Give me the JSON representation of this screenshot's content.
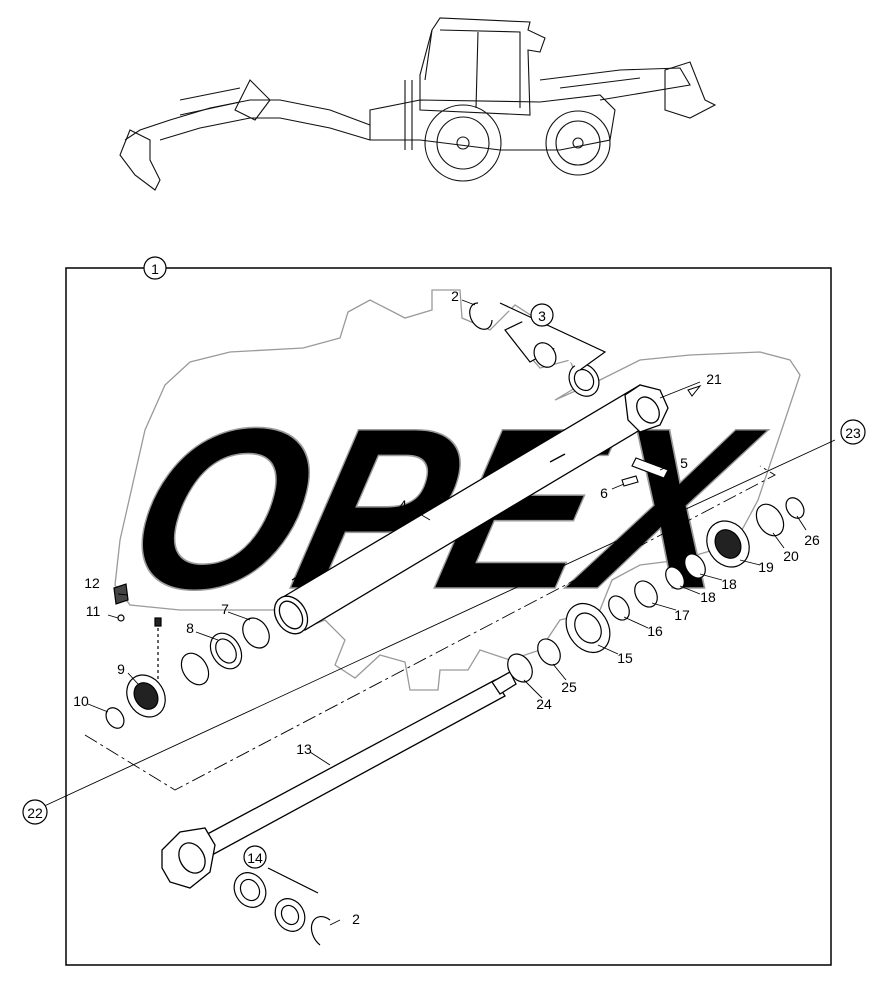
{
  "watermark": {
    "text": "OPEX"
  },
  "callouts": [
    {
      "id": "c1",
      "label": "1",
      "circled": true
    },
    {
      "id": "c2a",
      "label": "2",
      "circled": false
    },
    {
      "id": "c3",
      "label": "3",
      "circled": true
    },
    {
      "id": "c21",
      "label": "21",
      "circled": false
    },
    {
      "id": "c23",
      "label": "23",
      "circled": true
    },
    {
      "id": "c5",
      "label": "5",
      "circled": false
    },
    {
      "id": "c6",
      "label": "6",
      "circled": false
    },
    {
      "id": "c4",
      "label": "4",
      "circled": false
    },
    {
      "id": "c26",
      "label": "26",
      "circled": false
    },
    {
      "id": "c20",
      "label": "20",
      "circled": false
    },
    {
      "id": "c19",
      "label": "19",
      "circled": false
    },
    {
      "id": "c18a",
      "label": "18",
      "circled": false
    },
    {
      "id": "c18b",
      "label": "18",
      "circled": false
    },
    {
      "id": "c17",
      "label": "17",
      "circled": false
    },
    {
      "id": "c16",
      "label": "16",
      "circled": false
    },
    {
      "id": "c15",
      "label": "15",
      "circled": false
    },
    {
      "id": "c25",
      "label": "25",
      "circled": false
    },
    {
      "id": "c24",
      "label": "24",
      "circled": false
    },
    {
      "id": "c12",
      "label": "12",
      "circled": false
    },
    {
      "id": "c11",
      "label": "11",
      "circled": false
    },
    {
      "id": "c7",
      "label": "7",
      "circled": false
    },
    {
      "id": "c8",
      "label": "8",
      "circled": false
    },
    {
      "id": "c9",
      "label": "9",
      "circled": false
    },
    {
      "id": "c10",
      "label": "10",
      "circled": false
    },
    {
      "id": "c13",
      "label": "13",
      "circled": false
    },
    {
      "id": "c22",
      "label": "22",
      "circled": true
    },
    {
      "id": "c14",
      "label": "14",
      "circled": true
    },
    {
      "id": "c2b",
      "label": "2",
      "circled": false
    }
  ]
}
